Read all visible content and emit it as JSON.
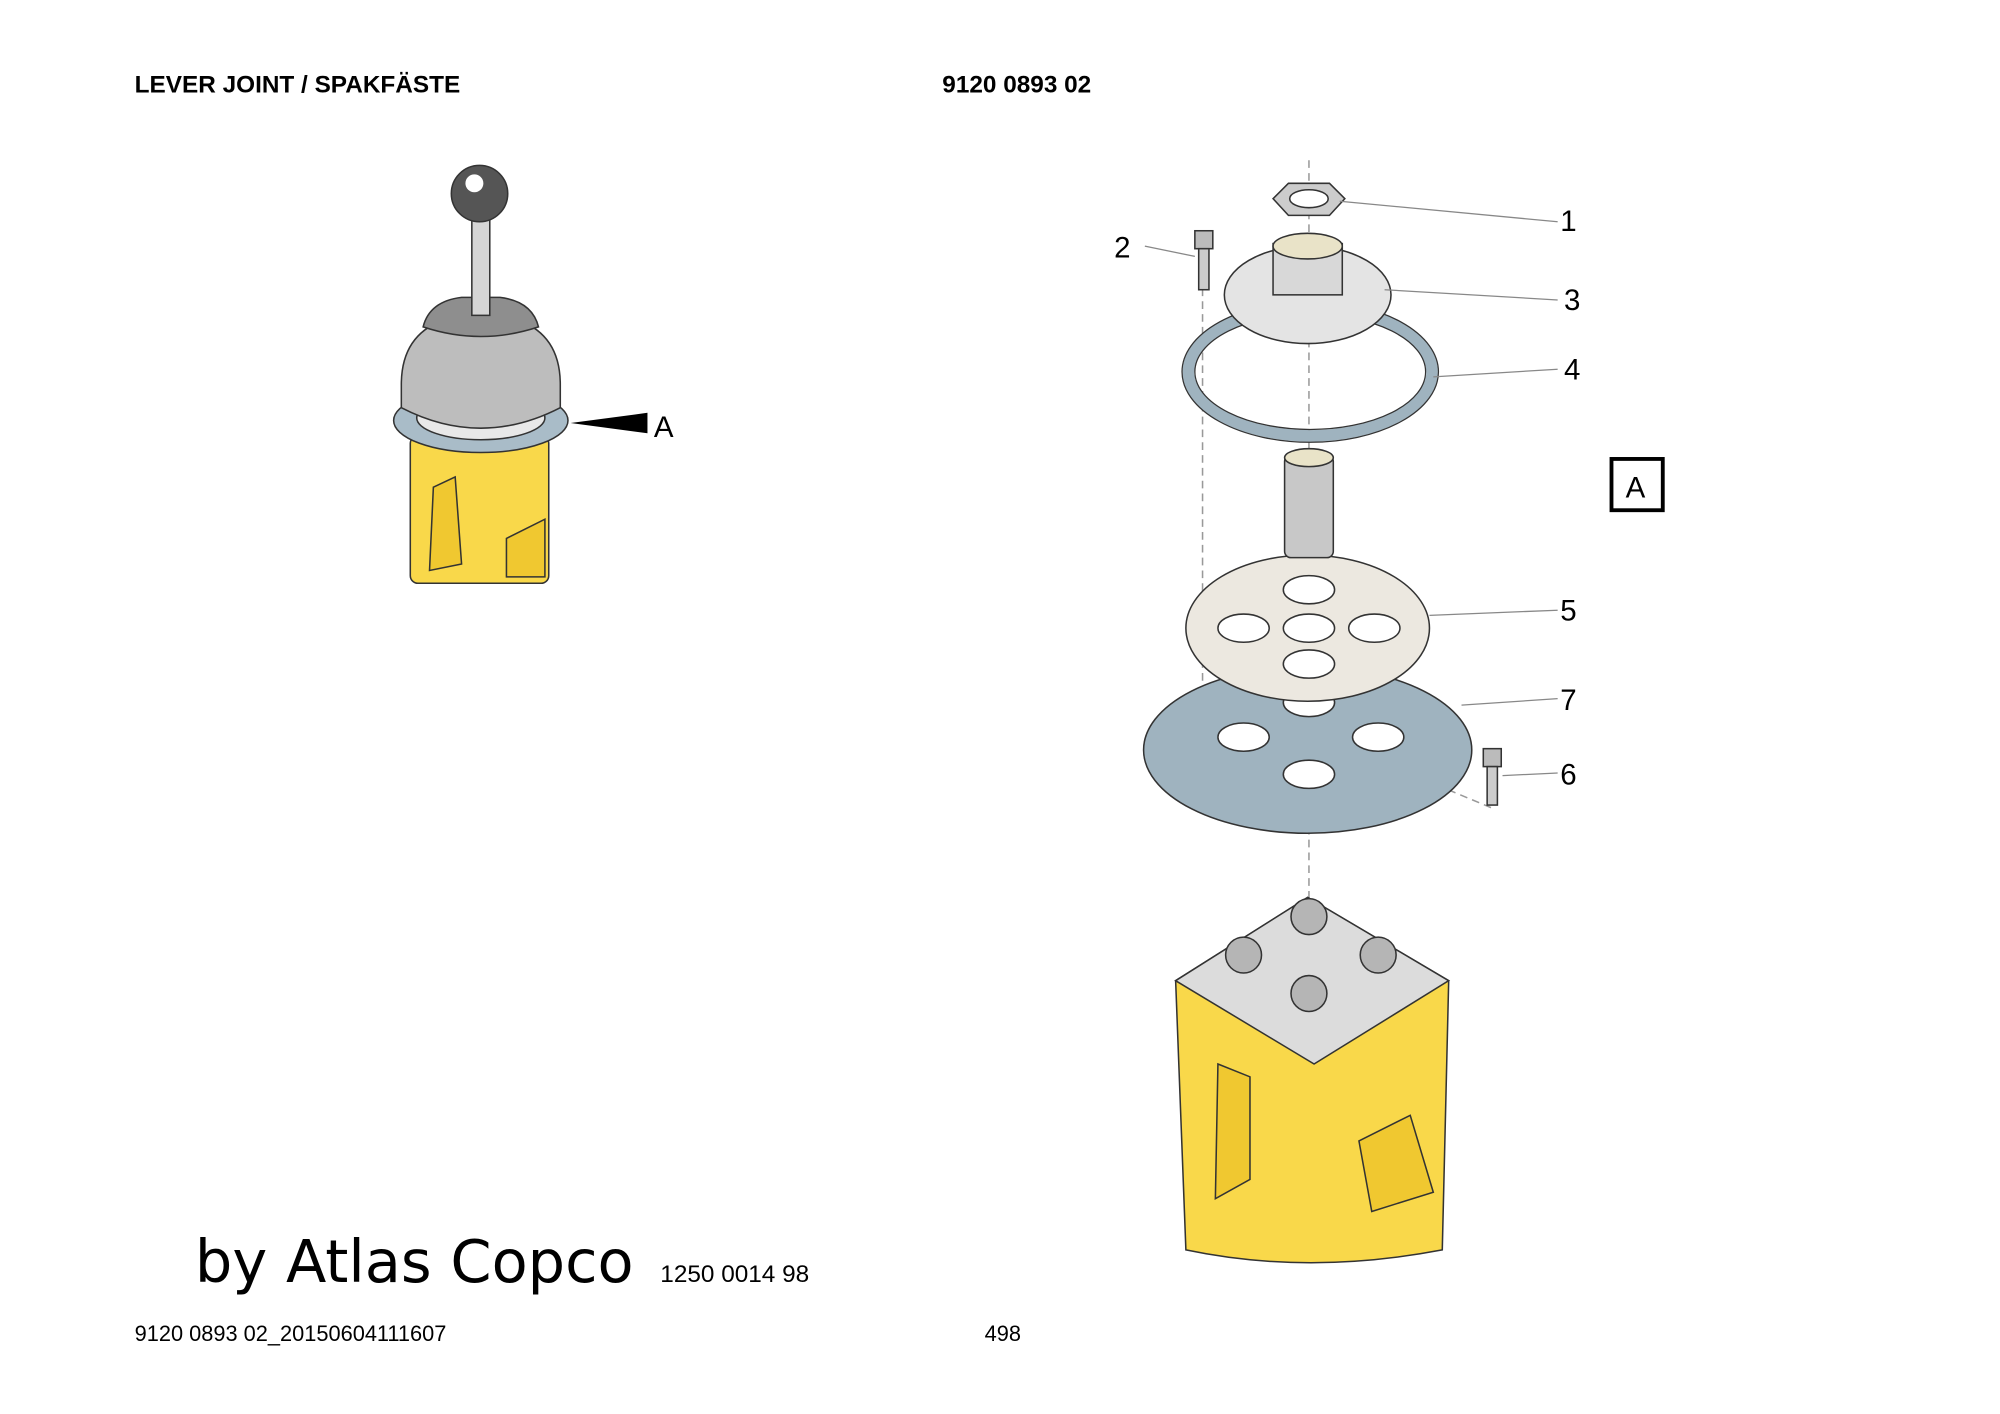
{
  "header": {
    "title": "LEVER JOINT / SPAKFÄSTE",
    "part_number": "9120 0893 02"
  },
  "overview": {
    "detail_label": "A"
  },
  "exploded_view": {
    "detail_box_label": "A",
    "callouts": [
      "1",
      "2",
      "3",
      "4",
      "5",
      "7",
      "6"
    ]
  },
  "watermark": "by Atlas Copco",
  "drawing_number": "1250 0014 98",
  "footer": {
    "document_id": "9120 0893 02_20150604111607",
    "page_number": "498"
  },
  "colors": {
    "yellow": "#f9d84a",
    "plate_blue": "#9fb3bf",
    "plate_beige": "#ece8e0"
  }
}
